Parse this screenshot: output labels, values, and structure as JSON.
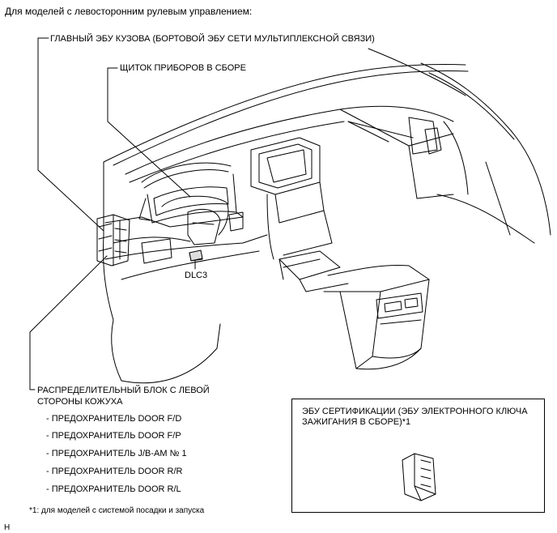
{
  "header": "Для моделей с левосторонним рулевым управлением:",
  "labels": {
    "main_body_ecu": "ГЛАВНЫЙ ЭБУ КУЗОВА (БОРТОВОЙ ЭБУ СЕТИ МУЛЬТИПЛЕКСНОЙ СВЯЗИ)",
    "instrument_panel": "ЩИТОК ПРИБОРОВ В СБОРЕ",
    "dlc3": "DLC3",
    "junction_block_line1": "РАСПРЕДЕЛИТЕЛЬНЫЙ БЛОК С ЛЕВОЙ",
    "junction_block_line2": "СТОРОНЫ КОЖУХА"
  },
  "fuses": [
    "- ПРЕДОХРАНИТЕЛЬ DOOR F/D",
    "- ПРЕДОХРАНИТЕЛЬ DOOR F/P",
    "- ПРЕДОХРАНИТЕЛЬ J/B-AM № 1",
    "- ПРЕДОХРАНИТЕЛЬ DOOR R/R",
    "- ПРЕДОХРАНИТЕЛЬ DOOR R/L"
  ],
  "certification_box": {
    "line1": "ЭБУ СЕРТИФИКАЦИИ (ЭБУ ЭЛЕКТРОННОГО КЛЮЧА",
    "line2": "ЗАЖИГАНИЯ В СБОРЕ)*1"
  },
  "footnote": "*1: для моделей с системой посадки и запуска",
  "corner_code": "H"
}
